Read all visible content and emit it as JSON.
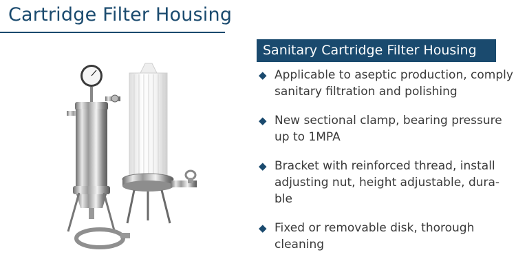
{
  "header": {
    "title": "Cartridge Filter Housing"
  },
  "banner": {
    "title": "Sanitary Cartridge Filter Housing"
  },
  "features": [
    {
      "icon": "diamond-bullet-icon",
      "text": "Applicable to aseptic production, comply sanitary filtration and polishing"
    },
    {
      "icon": "diamond-bullet-icon",
      "text": "New sectional clamp, bearing pressure up to 1MPA"
    },
    {
      "icon": "diamond-bullet-icon",
      "text": "Bracket with reinforced thread, install adjusting nut, height adjustable, dura-ble"
    },
    {
      "icon": "diamond-bullet-icon",
      "text": "Fixed or removable disk, thorough cleaning"
    }
  ],
  "colors": {
    "brand": "#1a4a6e",
    "text": "#3a3a3a",
    "background": "#ffffff"
  }
}
